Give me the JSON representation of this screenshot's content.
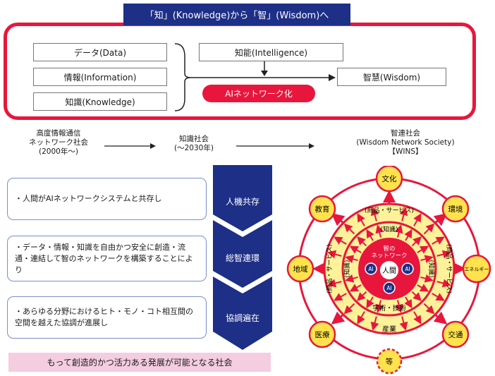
{
  "title": "「知」(Knowledge)から「智」(Wisdom)へ",
  "inputs": [
    "データ(Data)",
    "情報(Information)",
    "知識(Knowledge)"
  ],
  "intelligence": "知能(Intelligence)",
  "wisdom": "智慧(Wisdom)",
  "ai_network": "AIネットワーク化",
  "stages": [
    [
      "高度情報通信",
      "ネットワーク社会",
      "(2000年〜)"
    ],
    [
      "知識社会",
      "(〜2030年)"
    ],
    [
      "智連社会",
      "(Wisdom Network Society)",
      "【WINS】"
    ]
  ],
  "steps": [
    {
      "label": "人機共存",
      "text": "・人間がAIネットワークシステムと共存し"
    },
    {
      "label": "総智連環",
      "text": "・データ・情報・知識を自由かつ安全に創造・流通・連結して智のネットワークを構築することにより"
    },
    {
      "label": "協調遍在",
      "text": "・あらゆる分野におけるヒト・モノ・コト相互間の空間を越えた協調が進展し"
    }
  ],
  "conclusion": "もって創造的かつ活力ある発展が可能となる社会",
  "wins": {
    "nodes": [
      "文化",
      "環境",
      "エネルギー",
      "交通",
      "等",
      "医療",
      "地域",
      "教育"
    ],
    "core_top": [
      "智の",
      "ネットワーク"
    ],
    "core_center": "人間",
    "ai": "AI",
    "outer_ring": {
      "top": "(商品・サービス)",
      "left": "(商品・サービス)",
      "right": "(商品・サービス)",
      "bottom": "産業"
    },
    "middle_ring": {
      "top": "(知識)",
      "left": "(知識)",
      "right": "(知識)",
      "bottom": "学術・技術"
    }
  },
  "colors": {
    "red": "#e8163c",
    "navy": "#1d2f86",
    "yellow": "#fdf29a",
    "pink": "#f4cde0"
  }
}
